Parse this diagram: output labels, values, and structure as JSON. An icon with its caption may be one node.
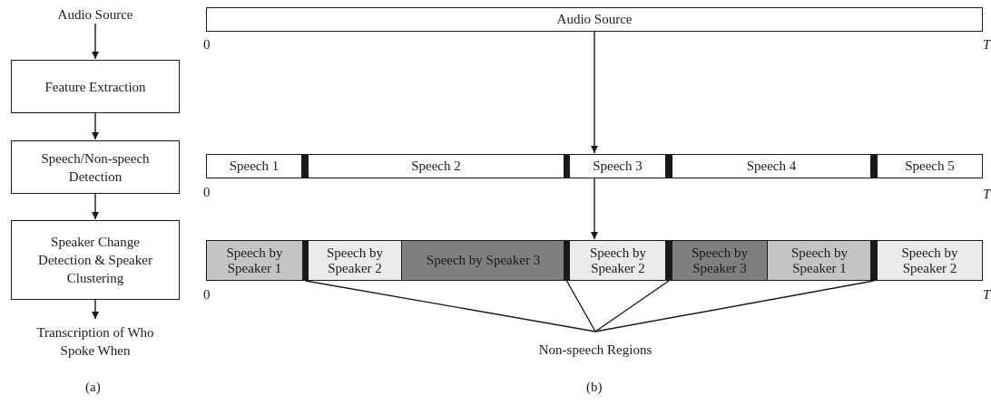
{
  "diagram": {
    "nodes": [
      {
        "text": [
          "Audio Source"
        ]
      },
      {
        "text": [
          "Feature Extraction"
        ]
      },
      {
        "text": [
          "Speech/Non-speech Detection"
        ]
      },
      {
        "text": [
          "Speaker Change Detection & Speaker Clustering"
        ]
      },
      {
        "text": [
          "Transcription of Who Spoke When"
        ]
      },
      {
        "text": [
          "Audio Source"
        ]
      },
      {
        "text": [
          "Speech 1"
        ]
      },
      {
        "text": [
          "Speech 2"
        ]
      },
      {
        "text": [
          "Speech 3"
        ]
      },
      {
        "text": [
          "Speech 4"
        ]
      },
      {
        "text": [
          "Speech 5"
        ]
      },
      {
        "text": [
          "Speech by Speaker 1"
        ]
      },
      {
        "text": [],
        "shape": "bar"
      },
      {
        "text": [
          "Speech by Speaker 2"
        ]
      },
      {
        "text": [
          "Speech by Speaker 3"
        ]
      },
      {
        "text": [],
        "shape": "bar"
      },
      {
        "text": [
          "Speech by Speaker 2"
        ]
      },
      {
        "text": [],
        "shape": "bar"
      },
      {
        "text": [
          "Speech by Speaker 3"
        ]
      },
      {
        "text": [
          "Speech by Speaker 1"
        ]
      },
      {
        "text": [],
        "shape": "bar"
      },
      {
        "text": [
          "Speech by Speaker 2"
        ]
      },
      {
        "text": [
          "Non-speech Regions"
        ]
      }
    ],
    "edges": [
      {
        "from": 0,
        "to": 1,
        "arrow": "to"
      },
      {
        "from": 1,
        "to": 2,
        "arrow": "to"
      },
      {
        "from": 2,
        "to": 3,
        "arrow": "to"
      },
      {
        "from": 3,
        "to": 4,
        "arrow": "to"
      },
      {
        "from": 5,
        "to": 8,
        "arrow": "to"
      },
      {
        "from": 8,
        "to": 16,
        "arrow": "to"
      },
      {
        "from": 22,
        "to": 12,
        "arrow": "none"
      },
      {
        "from": 22,
        "to": 15,
        "arrow": "none"
      },
      {
        "from": 22,
        "to": 17,
        "arrow": "none"
      },
      {
        "from": 22,
        "to": 20,
        "arrow": "none"
      }
    ],
    "labels": [
      "0",
      "T",
      "0",
      "T",
      "0",
      "T",
      "(a)",
      "(b)"
    ]
  }
}
